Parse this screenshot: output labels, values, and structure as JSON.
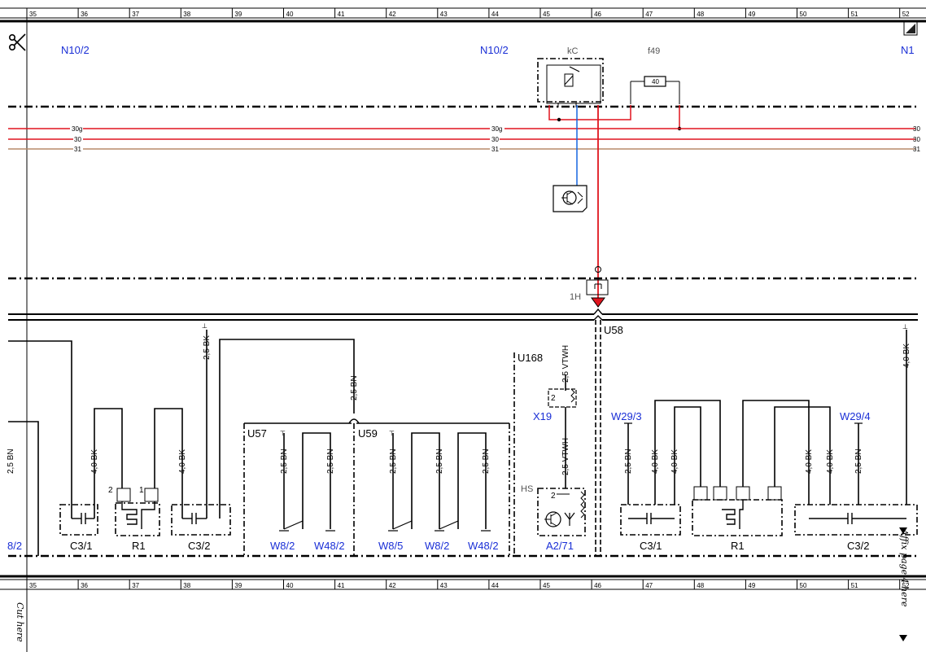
{
  "ruler_numbers": [
    "35",
    "36",
    "37",
    "38",
    "39",
    "40",
    "41",
    "42",
    "43",
    "44",
    "45",
    "46",
    "47",
    "48",
    "49",
    "50",
    "51",
    "52"
  ],
  "header_labels": {
    "n10_left": "N10/2",
    "n10_mid": "N10/2",
    "n10_right": "N1",
    "kc": "kC",
    "f49": "f49",
    "fuse_value": "40"
  },
  "bus_labels": {
    "b30g": "30g",
    "b30": "30",
    "b31": "31",
    "b30g_right": "30",
    "b30_right": "30",
    "b31_right": "31"
  },
  "connector_1h": "1H",
  "modules": {
    "u57": "U57",
    "u59": "U59",
    "u168": "U168",
    "u58": "U58",
    "hs": "HS"
  },
  "wire_labels": {
    "bk25_top": "2,5 BK",
    "bn25_mid": "2,5 BN",
    "bk40_a": "4,0 BK",
    "bk40_b": "4,0 BK",
    "bn_cut_left": "2,5 BN",
    "bn25_u57a": "2,5 BN",
    "bn25_u57b": "2,5 BN",
    "bn25_u59a": "2,5 BN",
    "bn25_u59b": "2,5 BN",
    "bn25_u59c": "2,5 BN",
    "vtwh_top": "2,5 VTWH",
    "vtwh_bot": "2,5 VTWH",
    "bn25_w29_3": "2,5 BN",
    "bk40_r1": "4,0 BK",
    "bk40_r2": "4,0 BK",
    "bk40_r3": "4,0 BK",
    "bk40_r4": "4,0 BK",
    "bn25_w29_4": "2,5 BN",
    "bk40_right_top": "4,0 BK"
  },
  "pins": {
    "p2": "2",
    "p1": "1",
    "x19_pin": "2",
    "a271_pin": "2"
  },
  "components": {
    "c31_left": "C3/1",
    "r1_left": "R1",
    "c32_left": "C3/2",
    "c31_right": "C3/1",
    "r1_right": "R1",
    "c32_right": "C3/2",
    "x19": "X19",
    "a271": "A2/71",
    "w29_3": "W29/3",
    "w29_4": "W29/4",
    "left_cut": "8/2"
  },
  "ground_labels": {
    "w82_a": "W8/2",
    "w482_a": "W48/2",
    "w85": "W8/5",
    "w82_b": "W8/2",
    "w482_b": "W48/2"
  },
  "margin_notes": {
    "cut_here": "Cut here",
    "affix_page": "Affix page 4 here"
  },
  "colors": {
    "red": "#e0141e",
    "blue": "#1565e0",
    "brown": "#b88a6a",
    "label_blue": "#1a2fd6"
  },
  "icons": {
    "scissors": "scissors-icon",
    "corner": "page-corner-icon",
    "arrow": "triangle-arrow-icon"
  }
}
